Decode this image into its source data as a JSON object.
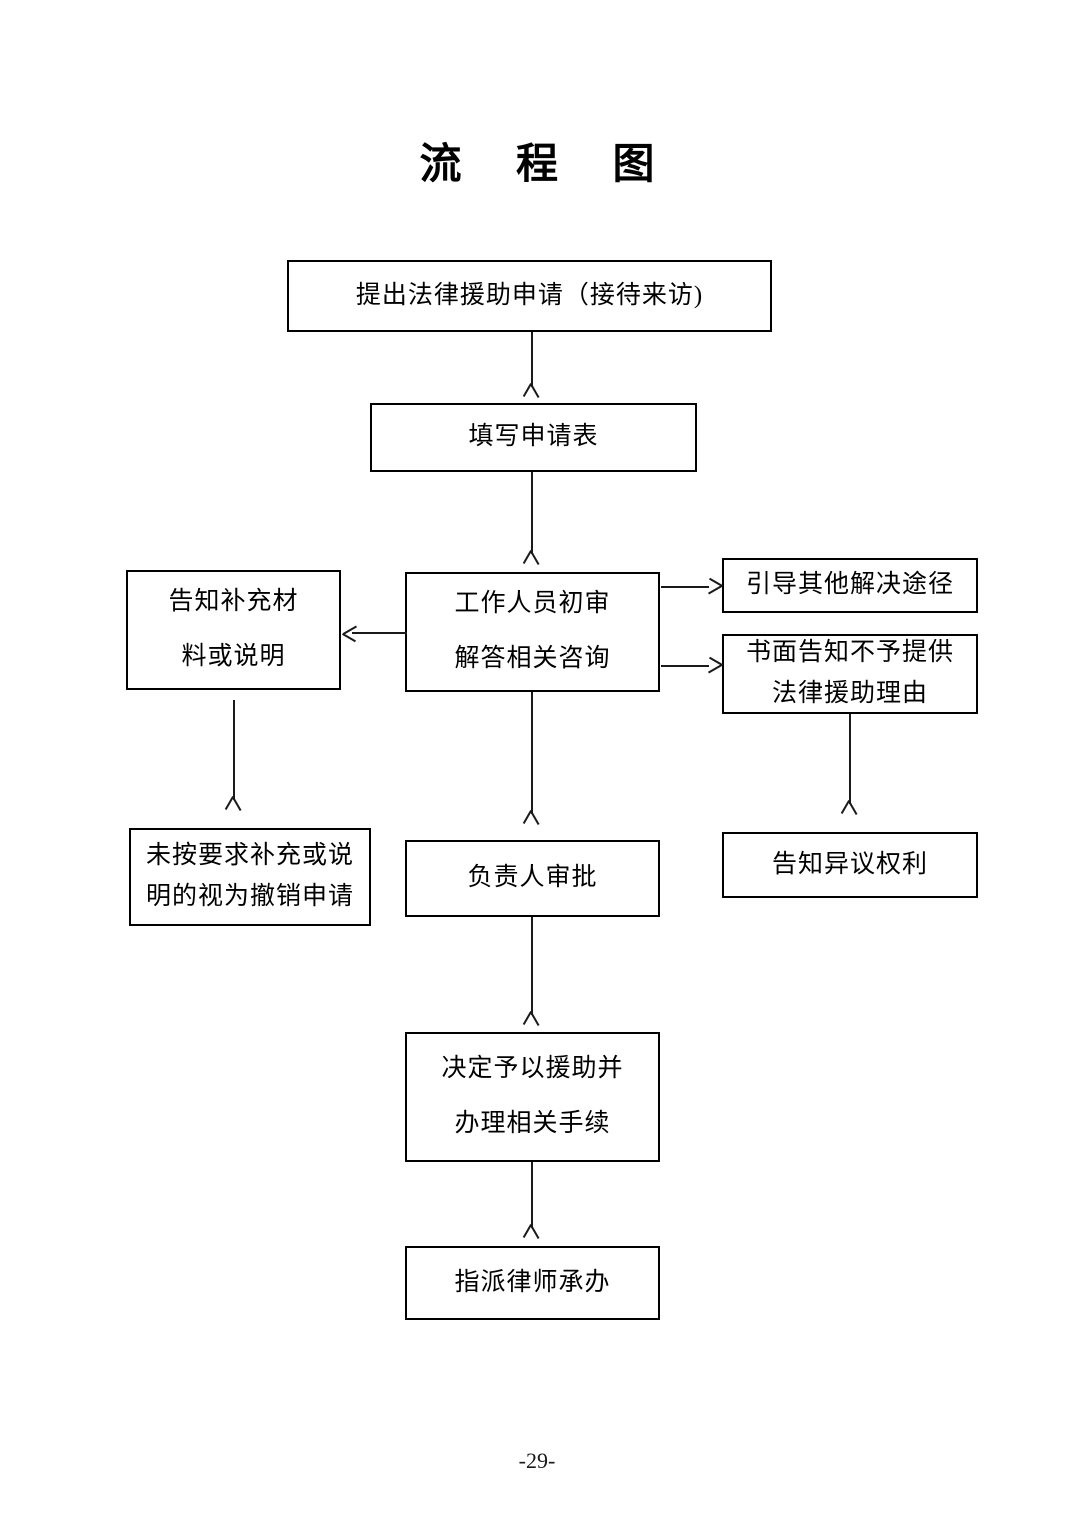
{
  "page": {
    "title": "流 程 图",
    "footer": "-29-"
  },
  "diagram": {
    "type": "flowchart",
    "nodes": [
      {
        "id": "apply",
        "lines": [
          "提出法律援助申请（接待来访)"
        ]
      },
      {
        "id": "fill-form",
        "lines": [
          "填写申请表"
        ]
      },
      {
        "id": "staff-review",
        "lines": [
          "工作人员初审",
          "解答相关咨询"
        ]
      },
      {
        "id": "notify-supplement",
        "lines": [
          "告知补充材",
          "料或说明"
        ]
      },
      {
        "id": "guide-other-channels",
        "lines": [
          "引导其他解决途径"
        ]
      },
      {
        "id": "written-refusal",
        "lines": [
          "书面告知不予提供",
          "法律援助理由"
        ]
      },
      {
        "id": "deemed-withdrawn",
        "lines": [
          "未按要求补充或说",
          "明的视为撤销申请"
        ]
      },
      {
        "id": "leader-approval",
        "lines": [
          "负责人审批"
        ]
      },
      {
        "id": "notify-objection-right",
        "lines": [
          "告知异议权利"
        ]
      },
      {
        "id": "grant-aid",
        "lines": [
          "决定予以援助并",
          "办理相关手续"
        ]
      },
      {
        "id": "assign-lawyer",
        "lines": [
          "指派律师承办"
        ]
      }
    ],
    "edges": [
      {
        "from": "apply",
        "to": "fill-form",
        "direction": "down"
      },
      {
        "from": "fill-form",
        "to": "staff-review",
        "direction": "down"
      },
      {
        "from": "staff-review",
        "to": "notify-supplement",
        "direction": "left"
      },
      {
        "from": "staff-review",
        "to": "guide-other-channels",
        "direction": "right"
      },
      {
        "from": "staff-review",
        "to": "written-refusal",
        "direction": "right"
      },
      {
        "from": "notify-supplement",
        "to": "deemed-withdrawn",
        "direction": "down"
      },
      {
        "from": "written-refusal",
        "to": "notify-objection-right",
        "direction": "down"
      },
      {
        "from": "staff-review",
        "to": "leader-approval",
        "direction": "down"
      },
      {
        "from": "leader-approval",
        "to": "grant-aid",
        "direction": "down"
      },
      {
        "from": "grant-aid",
        "to": "assign-lawyer",
        "direction": "down"
      }
    ]
  }
}
